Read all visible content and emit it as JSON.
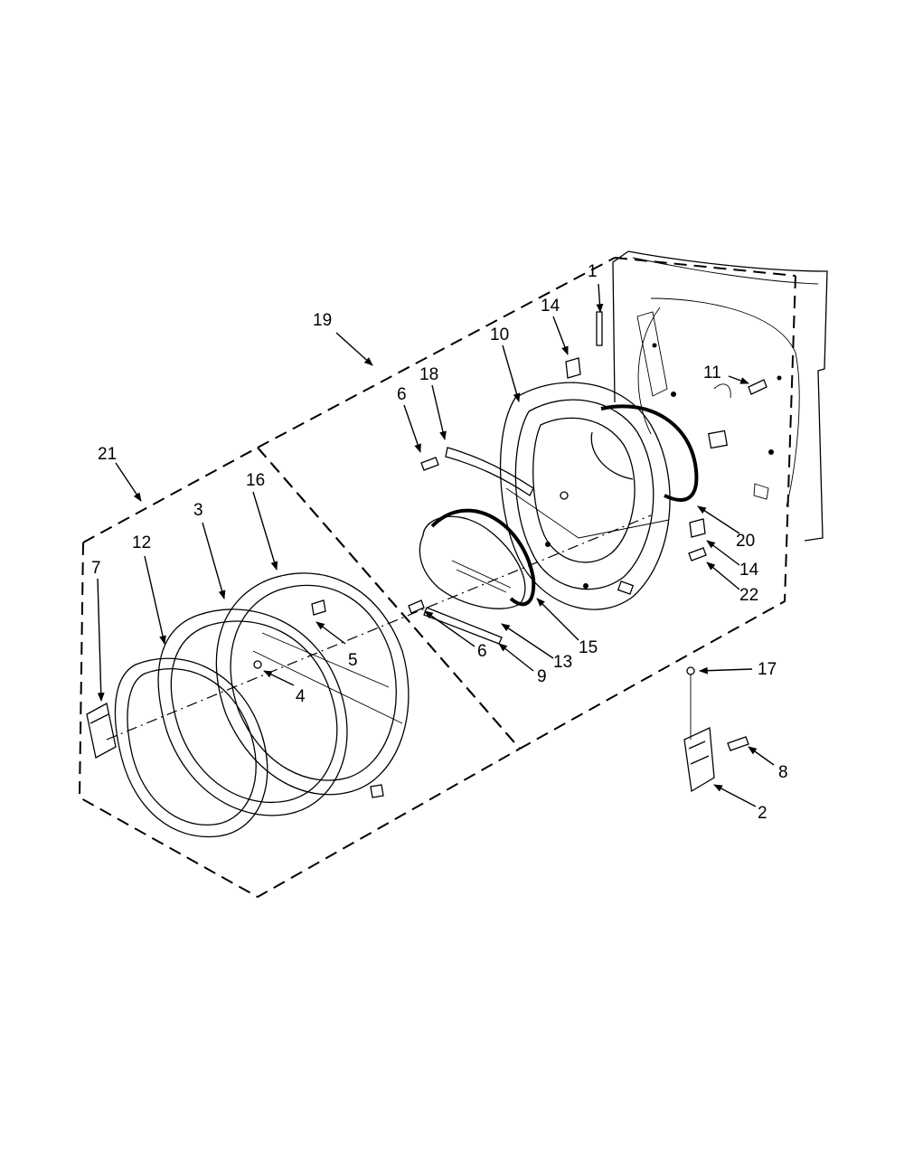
{
  "diagram": {
    "callouts": [
      {
        "id": "1",
        "text": "1"
      },
      {
        "id": "2",
        "text": "2"
      },
      {
        "id": "3",
        "text": "3"
      },
      {
        "id": "4",
        "text": "4"
      },
      {
        "id": "5",
        "text": "5"
      },
      {
        "id": "6a",
        "text": "6"
      },
      {
        "id": "6b",
        "text": "6"
      },
      {
        "id": "7",
        "text": "7"
      },
      {
        "id": "8",
        "text": "8"
      },
      {
        "id": "9",
        "text": "9"
      },
      {
        "id": "10",
        "text": "10"
      },
      {
        "id": "11",
        "text": "11"
      },
      {
        "id": "12",
        "text": "12"
      },
      {
        "id": "13",
        "text": "13"
      },
      {
        "id": "14a",
        "text": "14"
      },
      {
        "id": "14b",
        "text": "14"
      },
      {
        "id": "15",
        "text": "15"
      },
      {
        "id": "16",
        "text": "16"
      },
      {
        "id": "17",
        "text": "17"
      },
      {
        "id": "18",
        "text": "18"
      },
      {
        "id": "19",
        "text": "19"
      },
      {
        "id": "20",
        "text": "20"
      },
      {
        "id": "21",
        "text": "21"
      },
      {
        "id": "22",
        "text": "22"
      }
    ]
  }
}
